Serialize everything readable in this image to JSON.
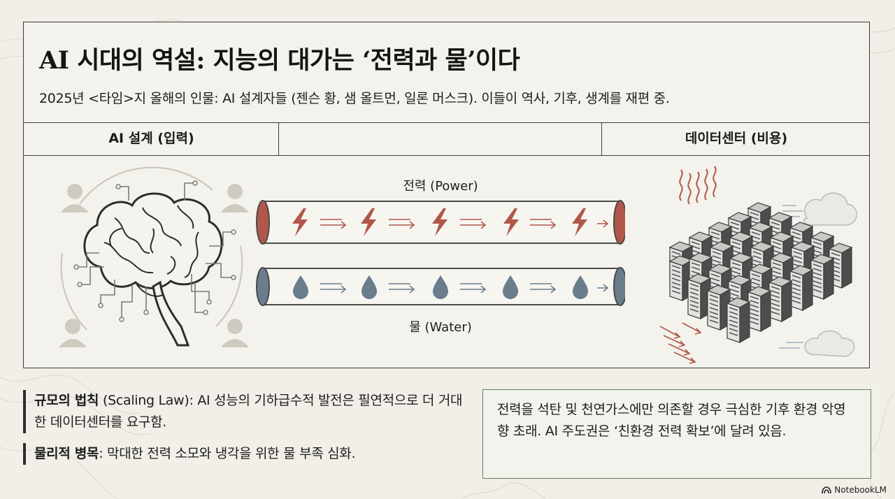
{
  "title": "AI 시대의 역설: 지능의 대가는 ‘전력과 물’이다",
  "subtitle": "2025년 <타임>지 올해의 인물: AI 설계자들 (젠슨 황, 샘 올트먼, 일론 머스크). 이들이 역사, 기후, 생계를 재편 중.",
  "columns": {
    "left": "AI 설계 (입력)",
    "middle": "",
    "right": "데이터센터 (비용)"
  },
  "flows": {
    "power": {
      "label": "전력 (Power)",
      "icon": "lightning-bolt-icon",
      "color": "#b1574a"
    },
    "water": {
      "label": "물 (Water)",
      "icon": "water-drop-icon",
      "color": "#6a7d8c"
    }
  },
  "notes": [
    {
      "term": "규모의 법칙",
      "text": " (Scaling Law): AI 성능의 기하급수적 발전은 필연적으로 더 거대한 데이터센터를 요구함."
    },
    {
      "term": "물리적 병목",
      "text": ": 막대한 전력 소모와 냉각을 위한 물 부족 심화."
    }
  ],
  "callout": "전력을 석탄 및 천연가스에만 의존할 경우 극심한 기후 환경 악영향 초래. AI 주도권은 ‘친환경 전력 확보’에 달려 있음.",
  "branding": {
    "logo_text": "NotebookLM",
    "logo_icon": "notebooklm-icon"
  }
}
